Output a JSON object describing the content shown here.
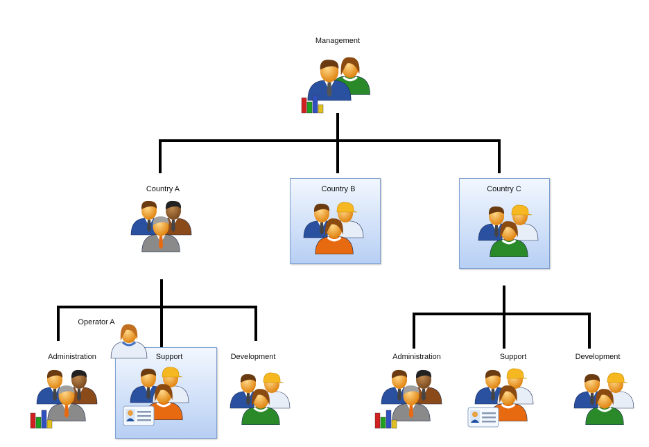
{
  "nodes": {
    "management": "Management",
    "country_a": "Country A",
    "country_b": "Country B",
    "country_c": "Country C",
    "operator_a": "Operator A",
    "a_administration": "Administration",
    "a_support": "Support",
    "a_development": "Development",
    "c_administration": "Administration",
    "c_support": "Support",
    "c_development": "Development"
  },
  "colors": {
    "box_border": "#7d9fd0",
    "box_top": "#f2f7fe",
    "box_bottom": "#b7cff4",
    "connector": "#000000"
  }
}
